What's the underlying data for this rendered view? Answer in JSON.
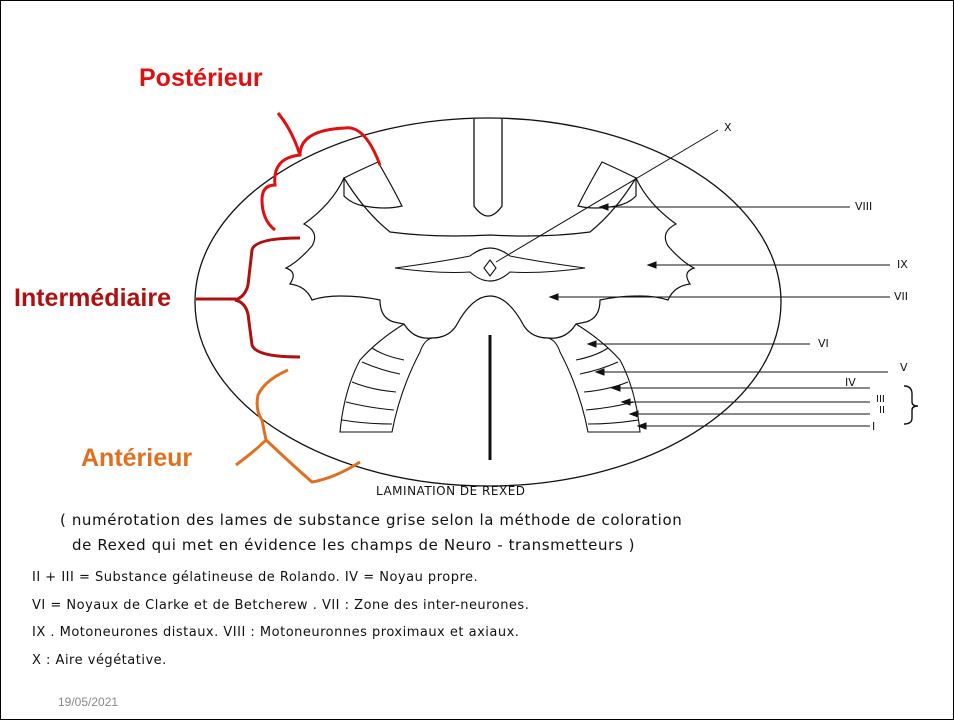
{
  "zone_labels": {
    "posterior": "Postérieur",
    "intermediate": "Intermédiaire",
    "anterior": "Antérieur"
  },
  "colors": {
    "posterior": "#e01010",
    "intermediate": "#b01010",
    "anterior": "#e07020",
    "line": "#111111"
  },
  "lamina_labels": {
    "X": "X",
    "VIII": "VIII",
    "IX": "IX",
    "VII": "VII",
    "VI": "VI",
    "V": "V",
    "IV": "IV",
    "III": "III",
    "II": "II",
    "I": "I"
  },
  "caption": {
    "title": "LAMINATION DE REXED",
    "line1": "( numérotation des lames de substance grise selon la méthode de coloration",
    "line2": "de Rexed  qui met en évidence les champs de Neuro - transmetteurs )"
  },
  "legend": [
    "II + III  =  Substance gélatineuse de Rolando.     IV = Noyau propre.",
    "VI = Noyaux de Clarke et de  Betcherew . VII : Zone des inter-neurones.",
    "IX . Motoneurones distaux.  VIII : Motoneuronnes proximaux et axiaux.",
    "X : Aire végétative."
  ],
  "date": "19/05/2021"
}
